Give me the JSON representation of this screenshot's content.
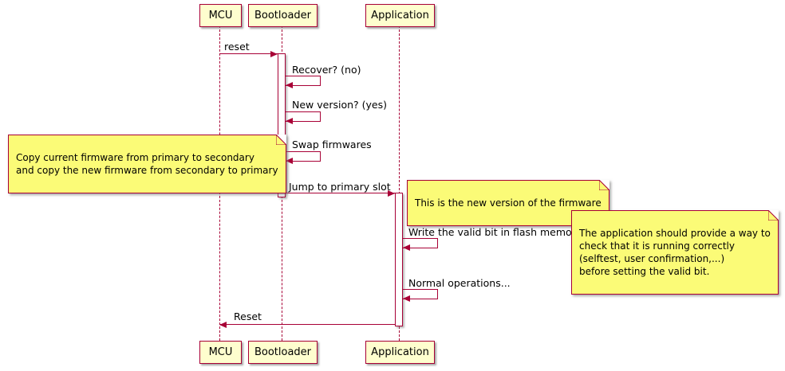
{
  "diagram": {
    "type": "sequence",
    "participants": [
      {
        "id": "mcu",
        "label": "MCU"
      },
      {
        "id": "bootloader",
        "label": "Bootloader"
      },
      {
        "id": "application",
        "label": "Application"
      }
    ],
    "messages": [
      {
        "from": "MCU",
        "to": "Bootloader",
        "kind": "sync",
        "label": "reset"
      },
      {
        "from": "Bootloader",
        "to": "Bootloader",
        "kind": "self",
        "label": "Recover? (no)"
      },
      {
        "from": "Bootloader",
        "to": "Bootloader",
        "kind": "self",
        "label": "New version? (yes)"
      },
      {
        "from": "Bootloader",
        "to": "Bootloader",
        "kind": "self",
        "label": "Swap firmwares"
      },
      {
        "from": "Bootloader",
        "to": "Application",
        "kind": "sync",
        "label": "Jump to primary slot"
      },
      {
        "from": "Application",
        "to": "Application",
        "kind": "self",
        "label": "Write the valid bit in flash memory"
      },
      {
        "from": "Application",
        "to": "Application",
        "kind": "self",
        "label": "Normal operations..."
      },
      {
        "from": "Application",
        "to": "MCU",
        "kind": "sync",
        "label": "Reset"
      }
    ],
    "notes": [
      {
        "position": "left-of-bootloader",
        "text": "Copy current firmware from primary to secondary\nand copy the new firmware from secondary to primary"
      },
      {
        "position": "right-of-application",
        "text": "This is the new version of the firmware"
      },
      {
        "position": "right-of-application",
        "text": "The application should provide a way to\ncheck that it is running correctly\n(selftest, user confirmation,...)\nbefore setting the valid bit."
      }
    ],
    "colors": {
      "participant_fill": "#FEFECE",
      "note_fill": "#FBFB77",
      "stroke": "#A80036",
      "text": "#000000",
      "background": "#FFFFFF"
    }
  }
}
